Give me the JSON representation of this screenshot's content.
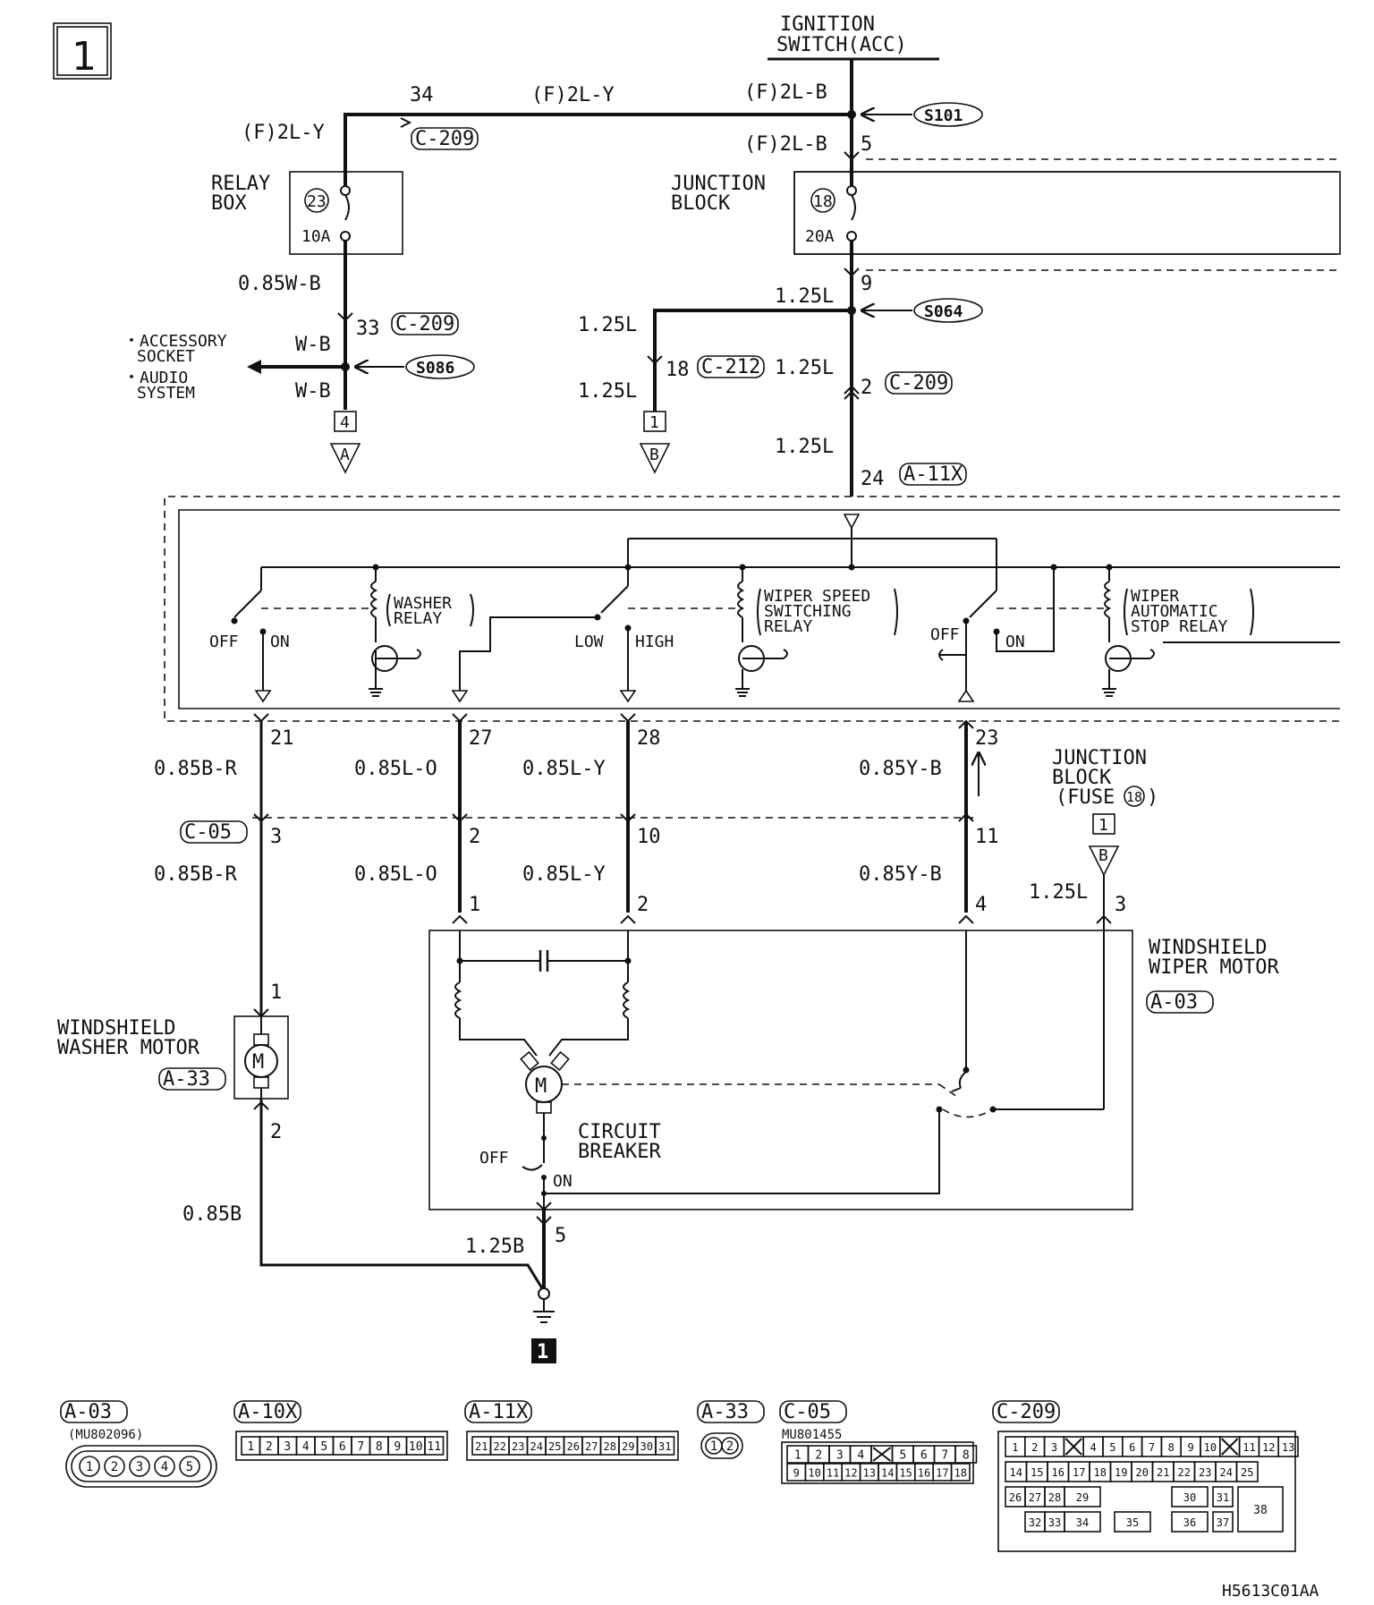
{
  "page_id": "1",
  "figure_code": "H5613C01AA",
  "ignition": {
    "line1": "IGNITION",
    "line2": "SWITCH(ACC)"
  },
  "wires": {
    "f2ly": "(F)2L-Y",
    "f2lb": "(F)2L-B",
    "w085wb": "0.85W-B",
    "wb": "W-B",
    "l125": "1.25L",
    "br085": "0.85B-R",
    "lo085": "0.85L-O",
    "ly085": "0.85L-Y",
    "yb085": "0.85Y-B",
    "b085": "0.85B",
    "b125": "1.25B"
  },
  "pins": {
    "p34": "34",
    "p5": "5",
    "p33": "33",
    "p9": "9",
    "p18": "18",
    "p2": "2",
    "p24": "24",
    "p21": "21",
    "p27": "27",
    "p28": "28",
    "p23": "23",
    "p3": "3",
    "p10": "10",
    "p11": "11",
    "p1": "1",
    "p4": "4"
  },
  "connectors": {
    "c209": "C-209",
    "c212": "C-212",
    "a11x": "A-11X",
    "c05": "C-05",
    "a03": "A-03",
    "a33": "A-33",
    "a10x": "A-10X"
  },
  "splices": {
    "s101": "S101",
    "s064": "S064",
    "s086": "S086"
  },
  "relay_box": {
    "line1": "RELAY",
    "line2": "BOX",
    "fuse_no": "23",
    "rating": "10A"
  },
  "junction_block": {
    "line1": "JUNCTION",
    "line2": "BLOCK",
    "fuse_no": "18",
    "rating": "20A"
  },
  "accessory": {
    "line1": "・ACCESSORY",
    "line2": "SOCKET",
    "line3": "・AUDIO",
    "line4": "SYSTEM"
  },
  "refs": {
    "a": "A",
    "b": "B",
    "box4": "4",
    "box1": "1"
  },
  "relays": {
    "washer": {
      "line1": "WASHER",
      "line2": "RELAY"
    },
    "speed": {
      "line1": "WIPER SPEED",
      "line2": "SWITCHING",
      "line3": "RELAY"
    },
    "stop": {
      "line1": "WIPER",
      "line2": "AUTOMATIC",
      "line3": "STOP RELAY"
    }
  },
  "switch_labels": {
    "off": "OFF",
    "on": "ON",
    "low": "LOW",
    "high": "HIGH"
  },
  "jb_fuse": {
    "line1": "JUNCTION",
    "line2": "BLOCK",
    "line3": "(FUSE",
    "fuse_no": "18",
    "close": ")"
  },
  "wiper_motor": {
    "line1": "WINDSHIELD",
    "line2": "WIPER MOTOR"
  },
  "washer_motor": {
    "line1": "WINDSHIELD",
    "line2": "WASHER MOTOR"
  },
  "motor_symbol": "M",
  "circuit_breaker": {
    "line1": "CIRCUIT",
    "line2": "BREAKER"
  },
  "ground_no": "1",
  "connector_views": {
    "a03": {
      "label": "A-03",
      "part": "(MU802096)",
      "pins": [
        "1",
        "2",
        "3",
        "4",
        "5"
      ]
    },
    "a10x": {
      "label": "A-10X",
      "pins": [
        "1",
        "2",
        "3",
        "4",
        "5",
        "6",
        "7",
        "8",
        "9",
        "10",
        "11"
      ]
    },
    "a11x": {
      "label": "A-11X",
      "pins": [
        "21",
        "22",
        "23",
        "24",
        "25",
        "26",
        "27",
        "28",
        "29",
        "30",
        "31"
      ]
    },
    "a33": {
      "label": "A-33",
      "pins": [
        "1",
        "2"
      ]
    },
    "c05": {
      "label": "C-05",
      "part": "MU801455",
      "row1": [
        "1",
        "2",
        "3",
        "4",
        "",
        "5",
        "6",
        "7",
        "8"
      ],
      "row2": [
        "9",
        "10",
        "11",
        "12",
        "13",
        "14",
        "15",
        "16",
        "17",
        "18"
      ]
    },
    "c209": {
      "label": "C-209",
      "row1": [
        "1",
        "2",
        "3",
        "",
        "4",
        "5",
        "6",
        "7",
        "8",
        "9",
        "10",
        "",
        "11",
        "12",
        "13"
      ],
      "row2": [
        "14",
        "15",
        "16",
        "17",
        "18",
        "19",
        "20",
        "21",
        "22",
        "23",
        "24",
        "25"
      ],
      "row3": [
        "26",
        "27",
        "28",
        "29",
        "30",
        "31"
      ],
      "row4": [
        "32",
        "33",
        "34",
        "35",
        "36",
        "37"
      ],
      "big": "38"
    }
  }
}
